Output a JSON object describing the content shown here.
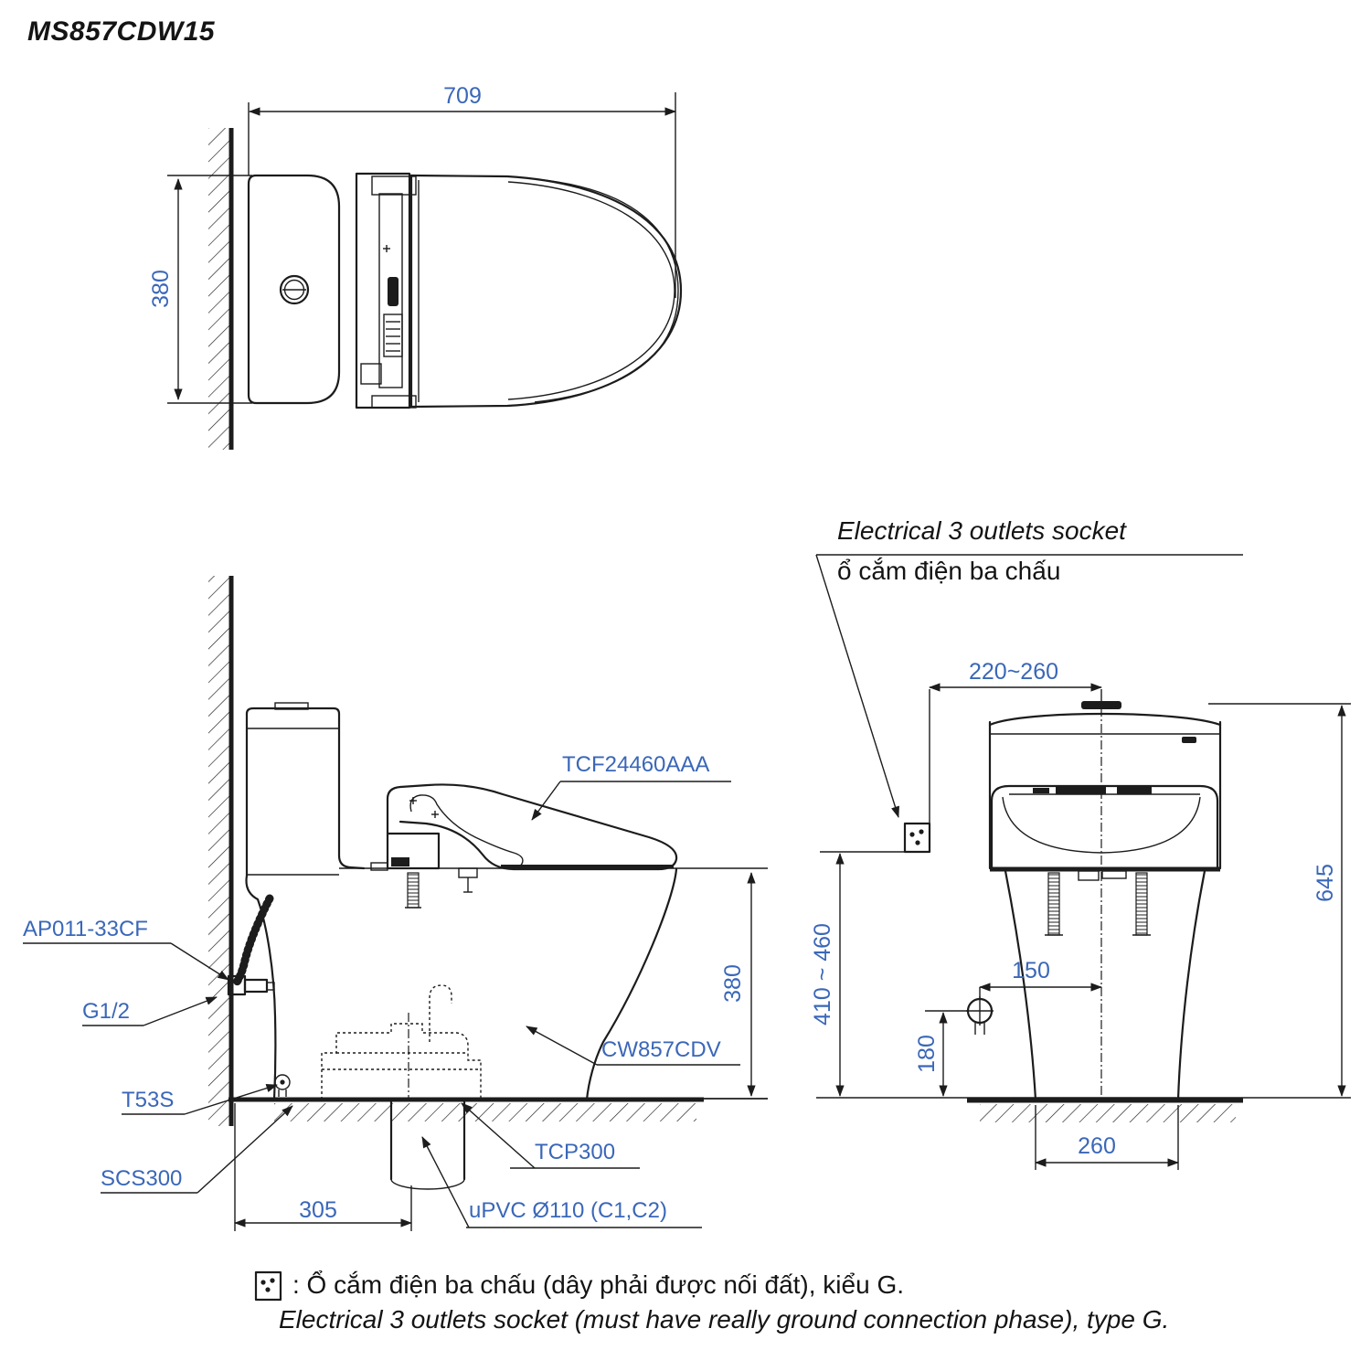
{
  "page": {
    "title": "MS857CDW15"
  },
  "colors": {
    "accent_blue": "#3a67b8",
    "ink": "#141414",
    "line": "#1c1c1c"
  },
  "top_view": {
    "dim_width": "709",
    "dim_depth": "380"
  },
  "side_view": {
    "seat_label": "TCF24460AAA",
    "valve_label": "AP011-33CF",
    "thread_label": "G1/2",
    "flange_label": "T53S",
    "floor_socket_label": "SCS300",
    "trap_label": "TCP300",
    "pipe_label": "uPVC Ø110 (C1,C2)",
    "bowl_label": "CW857CDV",
    "dim_drain_offset": "305",
    "dim_rim_height": "380"
  },
  "front_view": {
    "socket_heading_en": "Electrical 3 outlets socket",
    "socket_heading_vi": "ổ cắm điện ba chấu",
    "dim_socket_offset": "220~260",
    "dim_socket_height": "410 ~ 460",
    "dim_inlet_height": "180",
    "dim_inlet_offset": "150",
    "dim_base_width": "260",
    "dim_total_height": "645"
  },
  "note": {
    "line_vi": ": Ổ cắm điện ba chấu (dây phải được nối đất), kiểu G.",
    "line_en": "Electrical 3 outlets socket (must have really ground connection phase), type G."
  }
}
